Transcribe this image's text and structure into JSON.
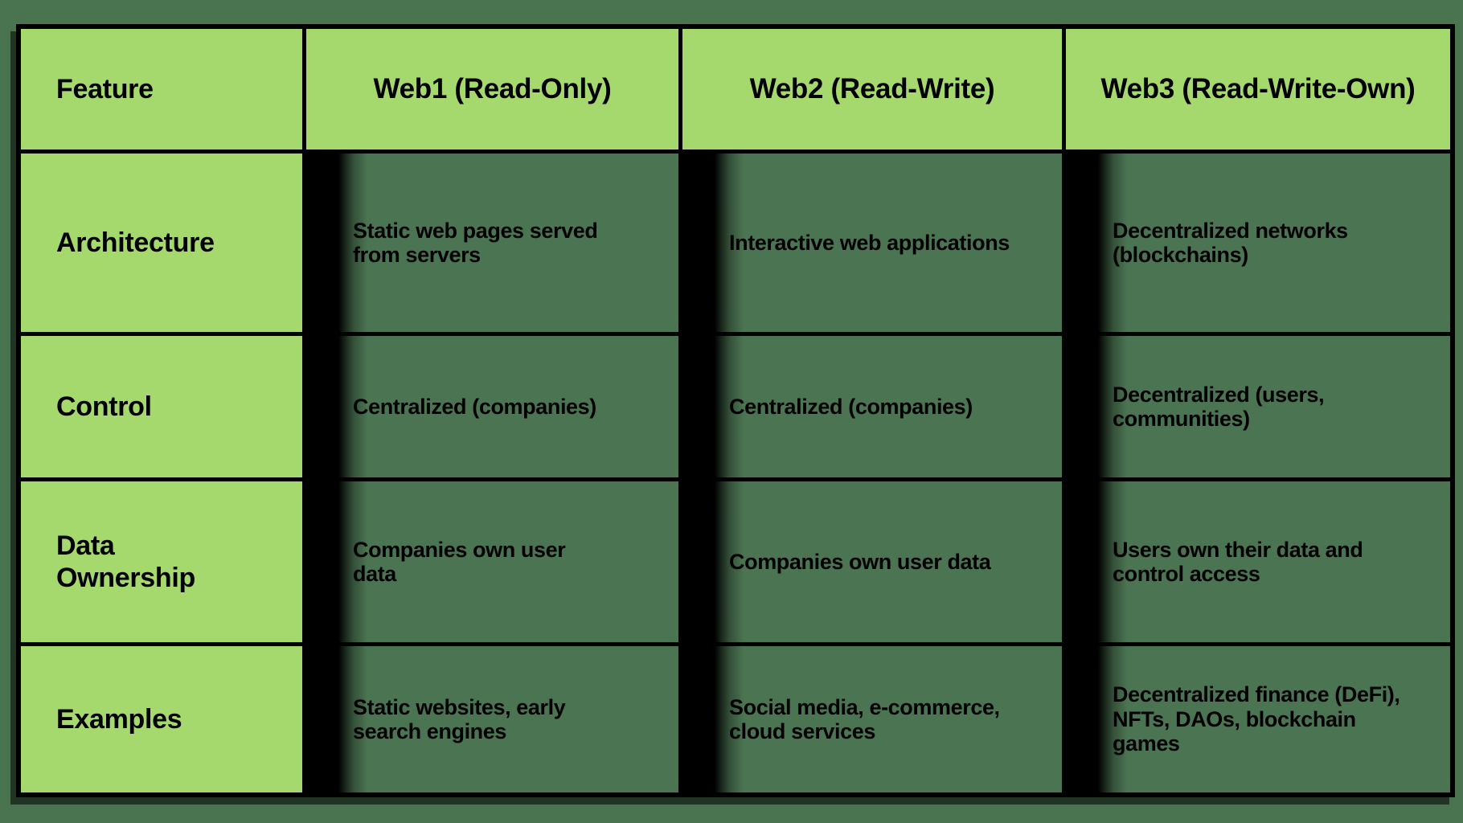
{
  "chart_data": {
    "type": "table",
    "title": "",
    "columns": [
      "Feature",
      "Web1 (Read-Only)",
      "Web2 (Read-Write)",
      "Web3 (Read-Write-Own)"
    ],
    "rows": [
      {
        "feature": "Architecture",
        "web1": "Static web pages served\nfrom servers",
        "web2": "Interactive web applications",
        "web3": "Decentralized networks\n(blockchains)"
      },
      {
        "feature": "Control",
        "web1": "Centralized (companies)",
        "web2": "Centralized (companies)",
        "web3": "Decentralized (users,\ncommunities)"
      },
      {
        "feature": "Data\nOwnership",
        "web1": "Companies own user\ndata",
        "web2": "Companies own user data",
        "web3": "Users own their data and\ncontrol access"
      },
      {
        "feature": "Examples",
        "web1": "Static websites, early\nsearch engines",
        "web2": "Social media, e-commerce,\ncloud services",
        "web3": "Decentralized finance (DeFi),\nNFTs, DAOs, blockchain\ngames"
      }
    ],
    "layout_hints": {
      "grid": "on",
      "header_row_highlighted": true,
      "feature_column_highlighted": true
    },
    "colors": {
      "header_bg": "#a5d96d",
      "feature_column_bg": "#a5d96d",
      "data_cell_bg": "#4b7452",
      "page_bg": "#4a7350",
      "border": "#000000",
      "text": "#000000"
    }
  }
}
